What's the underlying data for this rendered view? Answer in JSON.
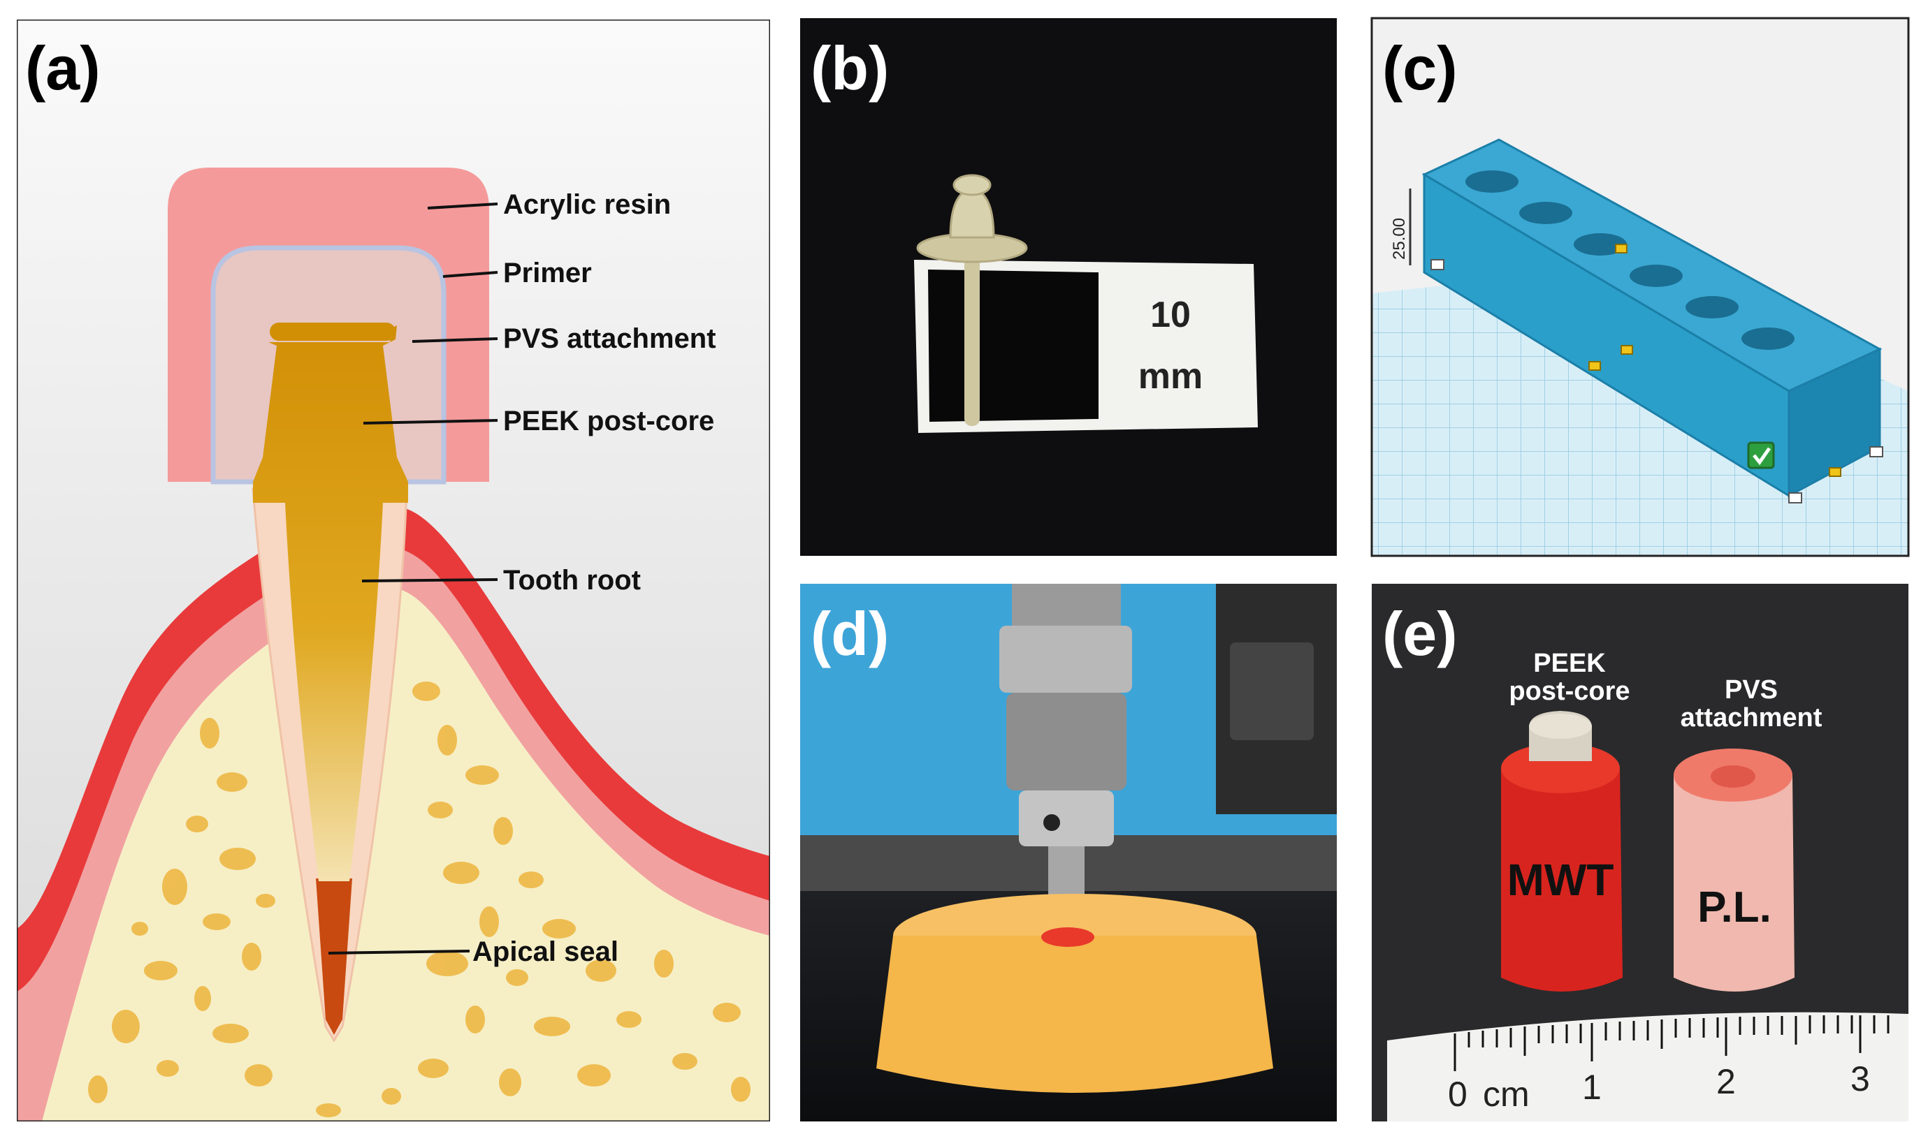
{
  "panels": {
    "a": {
      "label": "(a)",
      "callouts": [
        "Acrylic resin",
        "Primer",
        "PVS attachment",
        "PEEK post-core",
        "Tooth root",
        "Apical seal"
      ]
    },
    "b": {
      "label": "(b)",
      "scale_number": "10",
      "scale_unit": "mm"
    },
    "c": {
      "label": "(c)",
      "dimension": "25.00"
    },
    "d": {
      "label": "(d)"
    },
    "e": {
      "label": "(e)",
      "left_label_line1": "PEEK",
      "left_label_line2": "post-core",
      "right_label_line1": "PVS",
      "right_label_line2": "attachment",
      "ruler_labels": [
        "0",
        "cm",
        "1",
        "2",
        "3"
      ],
      "left_marking": "MWT",
      "right_marking": "P.L."
    }
  },
  "colors": {
    "acrylic_resin": "#f59a9a",
    "pvs_attachment": "#e8c6c2",
    "peek_post": "#d99b0c",
    "gum": "#e83a3a",
    "bone": "#f6efc6",
    "block_blue": "#2a9fc9"
  }
}
